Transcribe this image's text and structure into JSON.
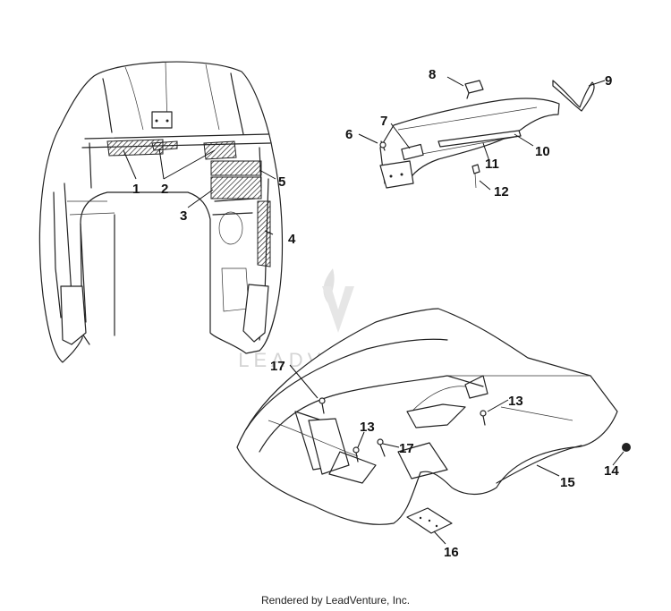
{
  "watermark": {
    "brand": "LEADVENTURE"
  },
  "footer": {
    "credit": "Rendered by LeadVenture, Inc."
  },
  "callouts": [
    "1",
    "2",
    "3",
    "4",
    "5",
    "6",
    "7",
    "8",
    "9",
    "10",
    "11",
    "12",
    "13",
    "14",
    "15",
    "16",
    "17"
  ],
  "duplicate_callouts": {
    "13": "13",
    "17": "17"
  }
}
